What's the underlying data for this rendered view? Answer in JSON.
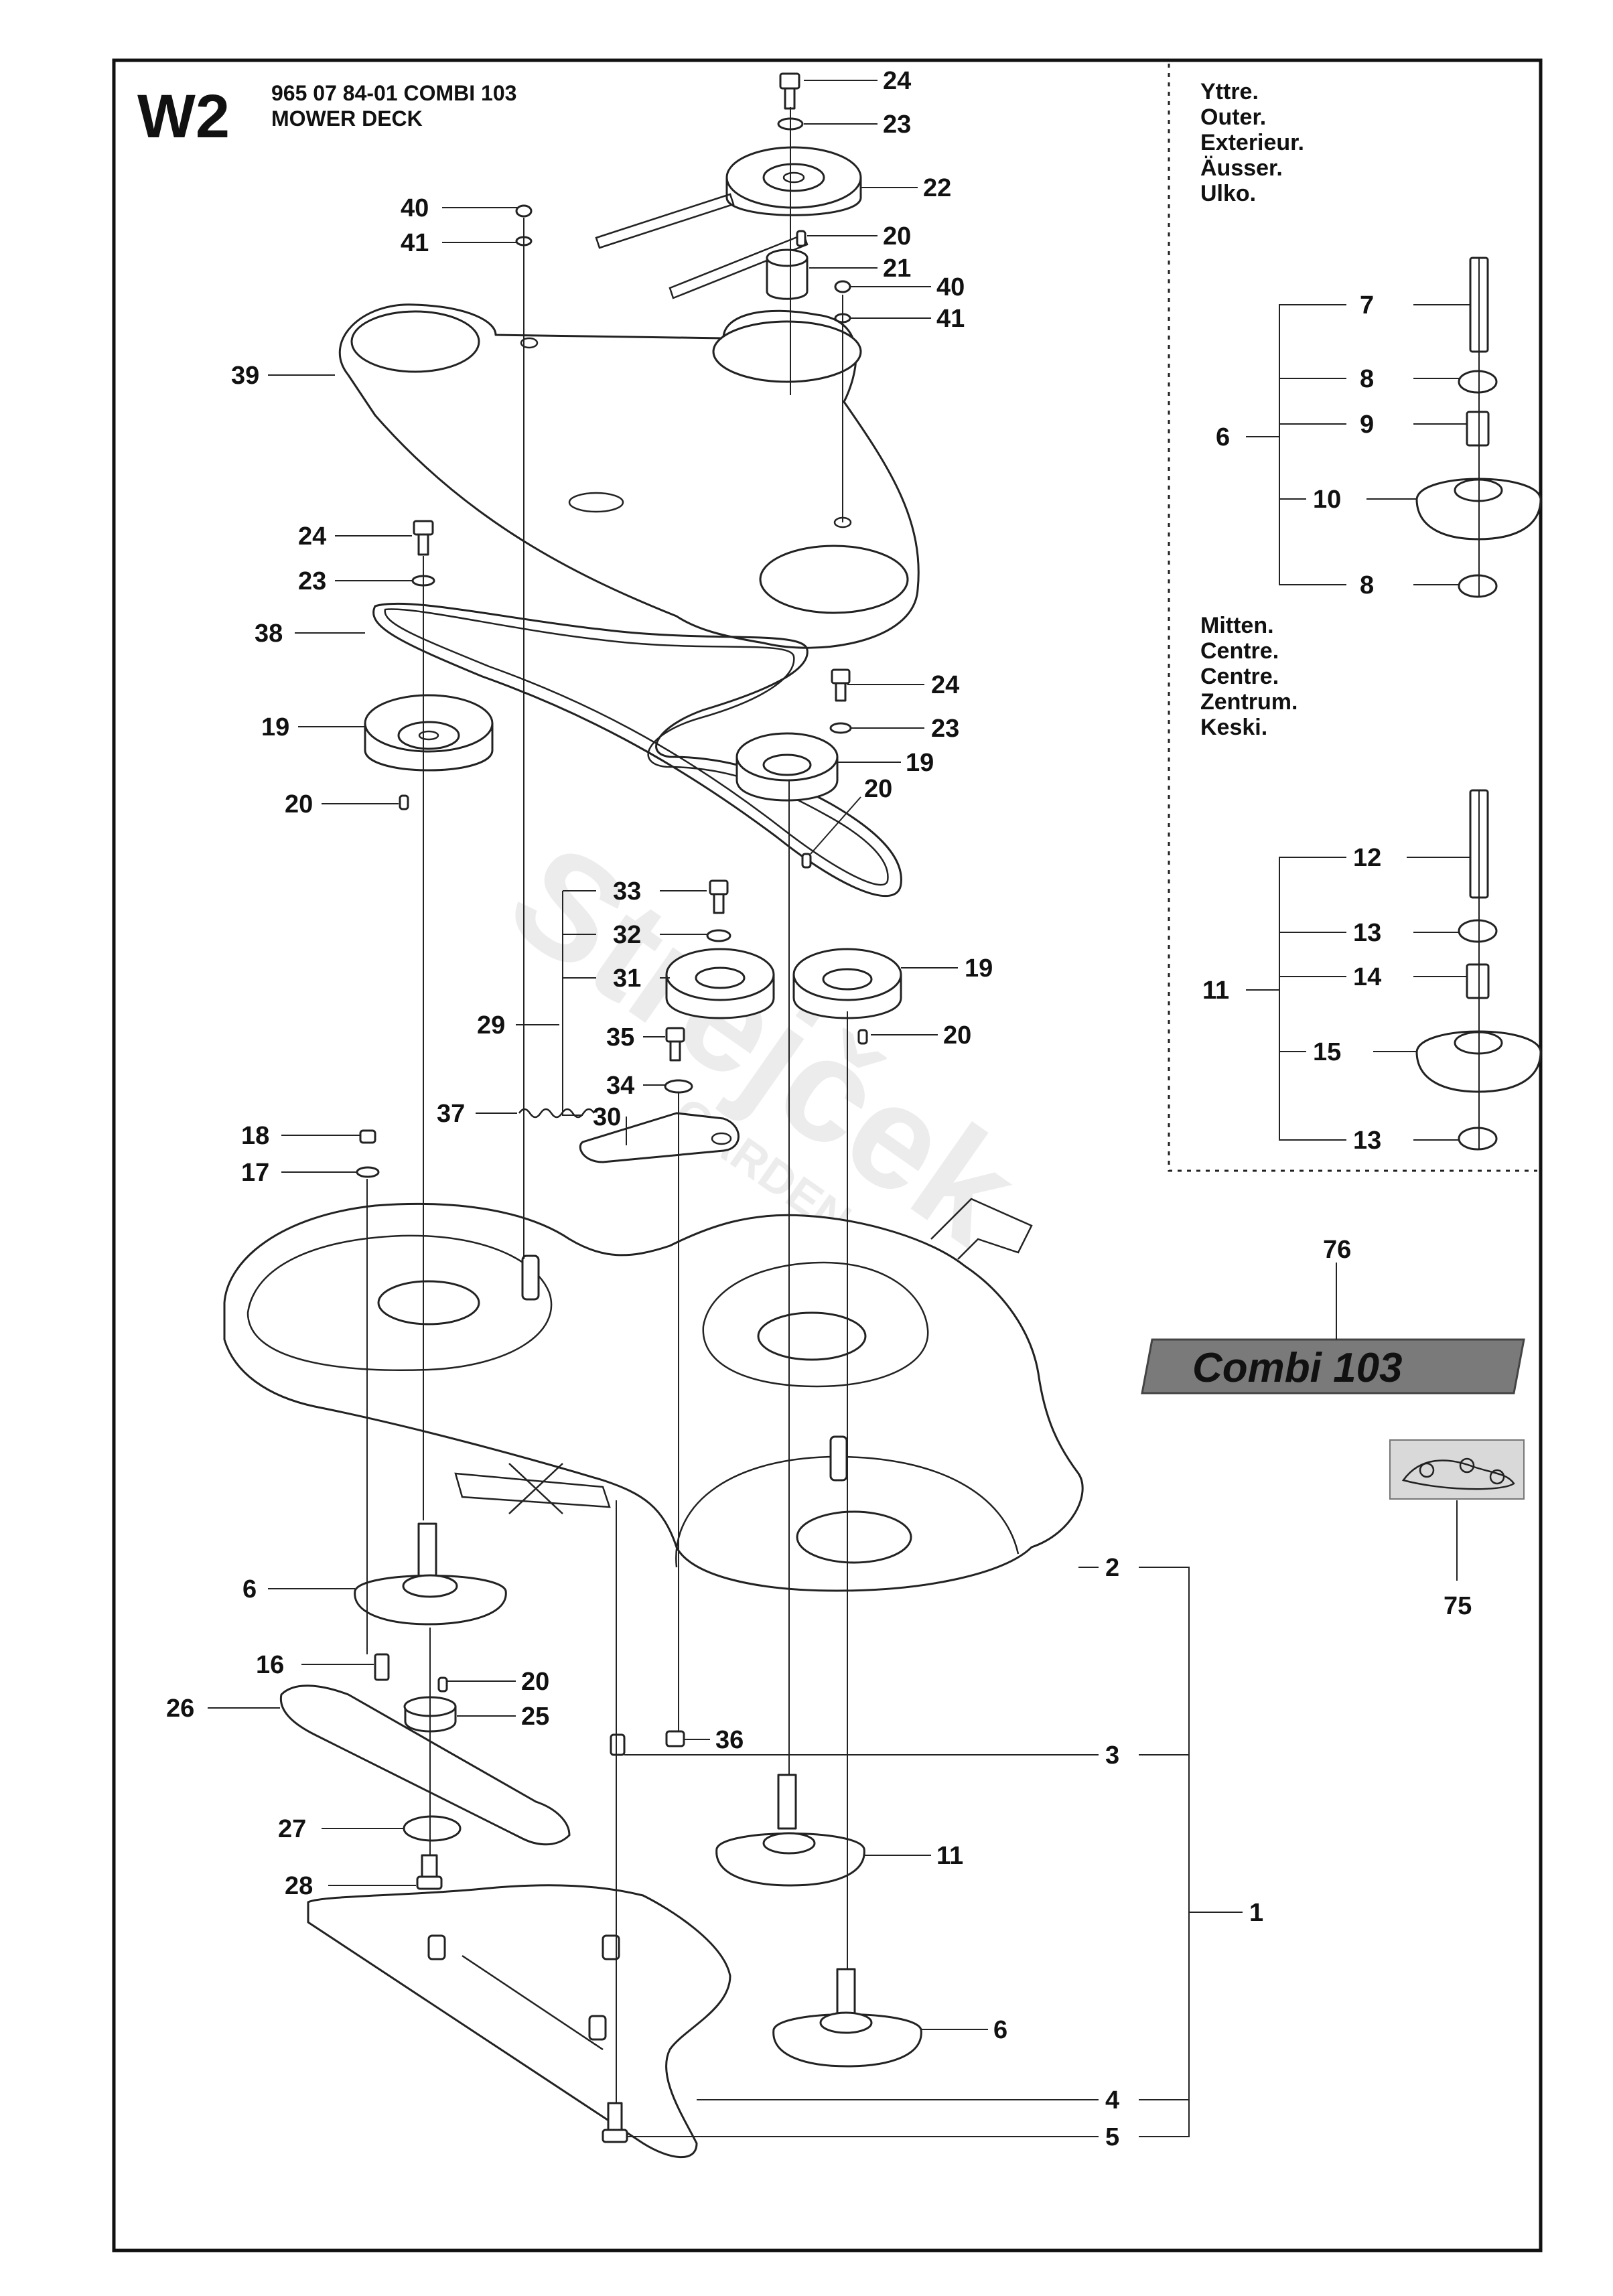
{
  "header": {
    "code": "W2",
    "line1": "965 07 84-01 COMBI 103",
    "line2": "MOWER DECK"
  },
  "locations": {
    "outer": [
      "Yttre.",
      "Outer.",
      "Exterieur.",
      "Äusser.",
      "Ulko."
    ],
    "centre": [
      "Mitten.",
      "Centre.",
      "Centre.",
      "Zentrum.",
      "Keski."
    ]
  },
  "decal": {
    "text": "Combi 103",
    "fill_color": "#7a7a7a",
    "text_color": "#ffffff"
  },
  "watermark": {
    "text": "Strejček",
    "sub": "GARDEN"
  },
  "callouts": [
    "24",
    "23",
    "22",
    "20",
    "21",
    "40",
    "41",
    "40",
    "41",
    "39",
    "24",
    "23",
    "38",
    "24",
    "23",
    "19",
    "19",
    "20",
    "20",
    "33",
    "32",
    "31",
    "29",
    "19",
    "20",
    "35",
    "34",
    "37",
    "30",
    "18",
    "17",
    "2",
    "6",
    "16",
    "20",
    "26",
    "25",
    "36",
    "3",
    "27",
    "11",
    "1",
    "28",
    "6",
    "4",
    "5",
    "7",
    "8",
    "6",
    "9",
    "10",
    "8",
    "12",
    "13",
    "11",
    "14",
    "15",
    "13",
    "76",
    "75"
  ]
}
